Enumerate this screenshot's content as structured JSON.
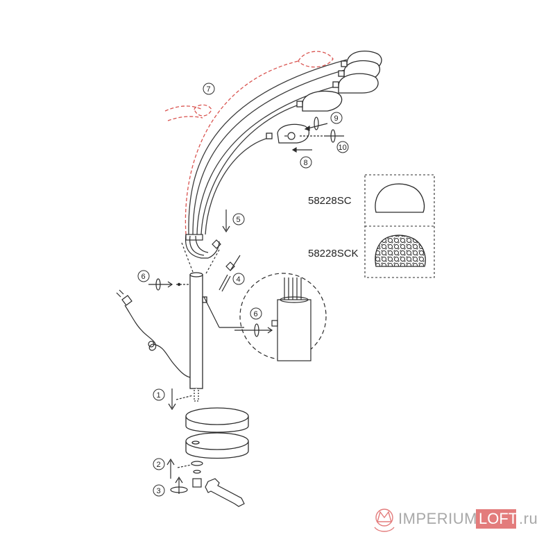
{
  "steps": {
    "s1": "1",
    "s2": "2",
    "s3": "3",
    "s4": "4",
    "s5": "5",
    "s6a": "6",
    "s6b": "6",
    "s7": "7",
    "s8": "8",
    "s9": "9",
    "s10": "10"
  },
  "variants": [
    {
      "code": "58228SC",
      "finish": "smooth"
    },
    {
      "code": "58228SCK",
      "finish": "textured"
    }
  ],
  "watermark": {
    "part1": "IMPERIUM",
    "part2": "LOFT",
    "part3": ".ru",
    "accent_color": "#e37c7c"
  },
  "colors": {
    "line": "#2b2b2b",
    "dashed_red": "#d9534f"
  }
}
